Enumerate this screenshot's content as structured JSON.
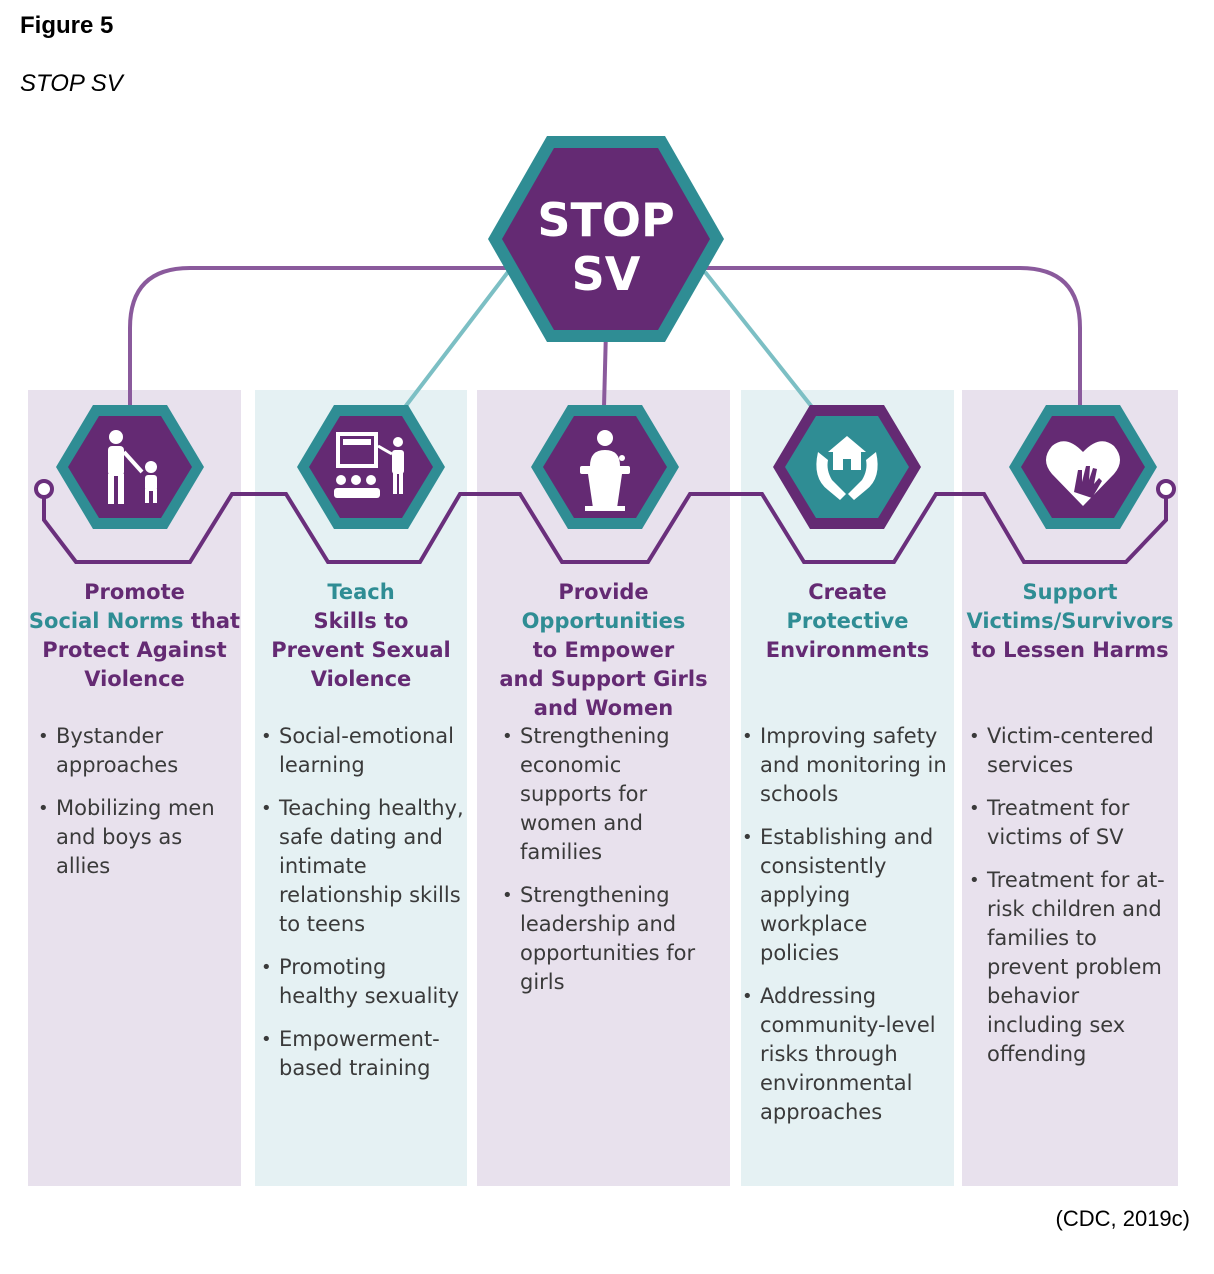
{
  "figure_label": "Figure 5",
  "figure_title": "STOP SV",
  "center": {
    "line1": "STOP",
    "line2": "SV"
  },
  "colors": {
    "purple": "#642a73",
    "teal": "#2f8d94",
    "light_purple": "#e8e1ed",
    "light_teal": "#e5f1f3"
  },
  "columns": [
    {
      "icon": "adult-child-icon",
      "title_parts": [
        {
          "text": "Promote",
          "color": "purple",
          "br": true
        },
        {
          "text": "Social Norms",
          "color": "teal"
        },
        {
          "text": " that",
          "color": "purple",
          "br": true
        },
        {
          "text": "Protect Against",
          "color": "purple",
          "br": true
        },
        {
          "text": "Violence",
          "color": "purple"
        }
      ],
      "bullets": [
        "Bystander approaches",
        "Mobilizing men and boys as allies"
      ]
    },
    {
      "icon": "teacher-classroom-icon",
      "title_parts": [
        {
          "text": "Teach",
          "color": "teal",
          "br": true
        },
        {
          "text": "Skills to",
          "color": "purple",
          "br": true
        },
        {
          "text": "Prevent Sexual",
          "color": "purple",
          "br": true
        },
        {
          "text": "Violence",
          "color": "purple"
        }
      ],
      "bullets": [
        "Social-emotional learning",
        "Teaching healthy, safe dating and intimate relationship skills to teens",
        "Promoting healthy sexuality",
        "Empowerment-based training"
      ]
    },
    {
      "icon": "speaker-podium-icon",
      "title_parts": [
        {
          "text": "Provide ",
          "color": "purple"
        },
        {
          "text": "Opportunities",
          "color": "teal",
          "br": true
        },
        {
          "text": "to Empower",
          "color": "purple",
          "br": true
        },
        {
          "text": "and Support Girls",
          "color": "purple",
          "br": true
        },
        {
          "text": "and Women",
          "color": "purple"
        }
      ],
      "bullets": [
        "Strengthening economic supports for women and families",
        "Strengthening leadership and opportunities for girls"
      ]
    },
    {
      "icon": "hands-house-icon",
      "title_parts": [
        {
          "text": "Create",
          "color": "purple",
          "br": true
        },
        {
          "text": "Protective",
          "color": "teal",
          "br": true
        },
        {
          "text": "Environments",
          "color": "purple"
        }
      ],
      "bullets": [
        "Improving safety and monitoring in schools",
        "Establishing and consistently applying workplace policies",
        "Addressing community-level risks through environmental approaches"
      ]
    },
    {
      "icon": "heart-hand-icon",
      "title_parts": [
        {
          "text": "Support",
          "color": "teal",
          "br": true
        },
        {
          "text": "Victims/Survivors",
          "color": "teal",
          "br": true
        },
        {
          "text": "to Lessen Harms",
          "color": "purple"
        }
      ],
      "bullets": [
        "Victim-centered services",
        "Treatment for victims of SV",
        "Treatment for at-risk children and families to prevent problem behavior including sex offending"
      ]
    }
  ],
  "citation": "(CDC, 2019c)"
}
